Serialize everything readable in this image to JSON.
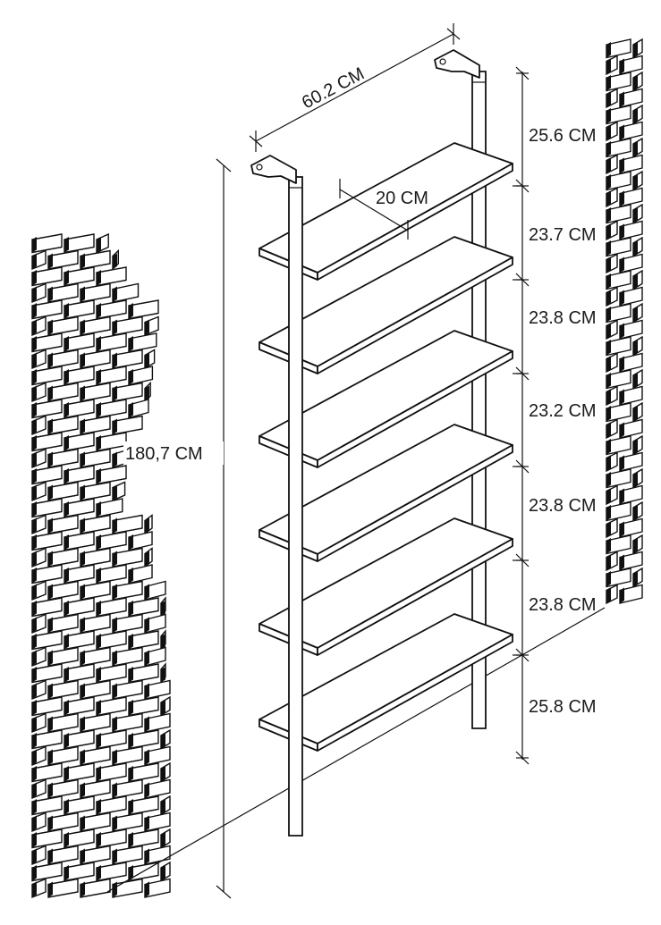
{
  "dimensions": {
    "width_label": "60.2 CM",
    "depth_label": "20 CM",
    "height_label": "180,7 CM",
    "spacing_labels": [
      "25.6 CM",
      "23.7 CM",
      "23.8 CM",
      "23.2 CM",
      "23.8 CM",
      "23.8 CM",
      "25.8 CM"
    ]
  },
  "shelf_count": 6,
  "colors": {
    "line": "#111111",
    "background": "#ffffff"
  }
}
